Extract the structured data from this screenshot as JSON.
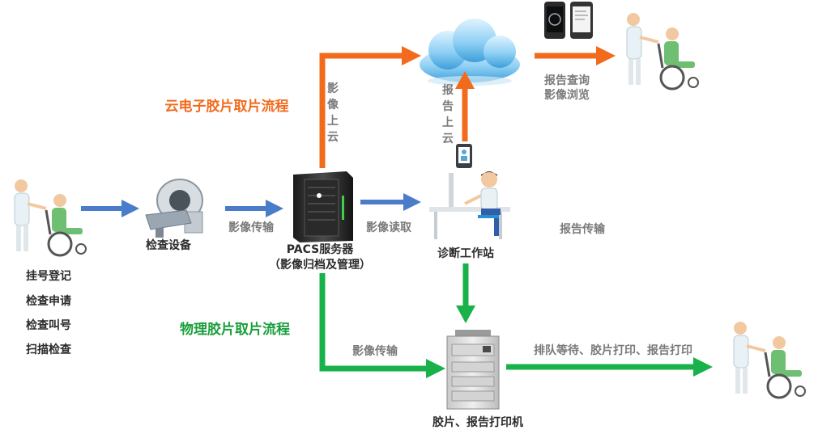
{
  "titles": {
    "cloud_flow": "云电子胶片取片流程",
    "physical_flow": "物理胶片取片流程"
  },
  "steps": [
    "挂号登记",
    "检查申请",
    "检查叫号",
    "扫描检查"
  ],
  "nodes": {
    "device": "检查设备",
    "pacs": "PACS服务器",
    "pacs_sub": "（影像归档及管理）",
    "workstation": "诊断工作站",
    "printer": "胶片、报告打印机"
  },
  "edges": {
    "image_transfer_1": "影像传输",
    "image_read": "影像读取",
    "report_transfer": "报告传输",
    "image_transfer_2": "影像传输",
    "queue_print": "排队等待、胶片打印、报告打印",
    "image_upload": [
      "影",
      "像",
      "上",
      "云"
    ],
    "report_upload": [
      "报",
      "告",
      "上",
      "云"
    ],
    "report_query": "报告查询",
    "image_browse": "影像浏览"
  },
  "colors": {
    "orange": "#f26b1d",
    "green": "#19b24a",
    "blue": "#4a7cc9"
  }
}
